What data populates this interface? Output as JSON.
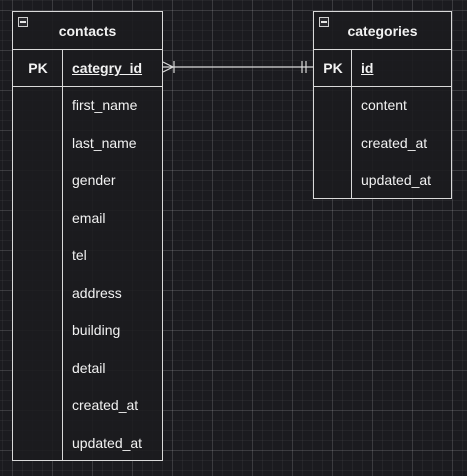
{
  "entities": {
    "contacts": {
      "title": "contacts",
      "pk_label": "PK",
      "pk_field": "categry_id",
      "fields": [
        "first_name",
        "last_name",
        "gender",
        "email",
        "tel",
        "address",
        "building",
        "detail",
        "created_at",
        "updated_at"
      ]
    },
    "categories": {
      "title": "categories",
      "pk_label": "PK",
      "pk_field": "id",
      "fields": [
        "content",
        "created_at",
        "updated_at"
      ]
    }
  },
  "relationship": {
    "from_entity": "contacts",
    "to_entity": "categories",
    "from_cardinality": "one-or-many",
    "to_cardinality": "exactly-one"
  },
  "colors": {
    "background": "#1b1b1f",
    "lines": "#d9d9d9",
    "text": "#f2f2f2"
  }
}
